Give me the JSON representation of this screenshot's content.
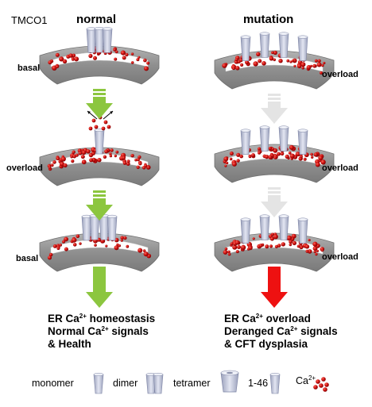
{
  "title": "TMCO1",
  "columns": {
    "left": "normal",
    "right": "mutation"
  },
  "states": {
    "left": [
      "basal",
      "overload",
      "basal"
    ],
    "right": [
      "overload",
      "overload",
      "overload"
    ]
  },
  "outcomes": {
    "left": {
      "line1_pre": "ER Ca",
      "line1_sup": "2+",
      "line1_post": " homeostasis",
      "line2_pre": "Normal Ca",
      "line2_sup": "2+",
      "line2_post": " signals",
      "line3": "& Health"
    },
    "right": {
      "line1_pre": "ER  Ca",
      "line1_sup": "2+",
      "line1_post": "  overload",
      "line2_pre": "Deranged Ca",
      "line2_sup": "2+",
      "line2_post": " signals",
      "line3": "& CFT dysplasia"
    }
  },
  "legend": {
    "monomer": "monomer",
    "dimer": "dimer",
    "tetramer": "tetramer",
    "fragment": "1-46",
    "ion_pre": "Ca",
    "ion_sup": "2+"
  },
  "colors": {
    "membrane": "#9a9a9a",
    "lumen": "#ffffff",
    "ion": "#cc1111",
    "channel": "#c9cde0",
    "arrow_green": "#8cc63f",
    "arrow_gray": "#e4e4e4",
    "arrow_red": "#ee1111"
  }
}
